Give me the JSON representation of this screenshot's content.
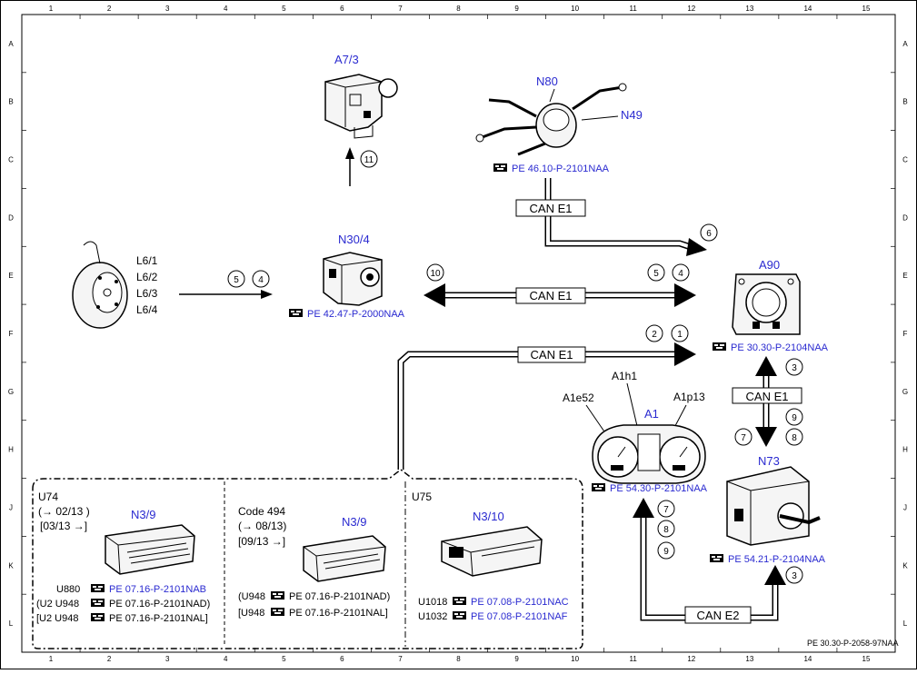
{
  "grid": {
    "columns": [
      "1",
      "2",
      "3",
      "4",
      "5",
      "6",
      "7",
      "8",
      "9",
      "10",
      "11",
      "12",
      "13",
      "14",
      "15"
    ],
    "rows": [
      "A",
      "B",
      "C",
      "D",
      "E",
      "F",
      "G",
      "H",
      "J",
      "K",
      "L"
    ]
  },
  "footer_code": "PE 30.30-P-2058-97NAA",
  "components": {
    "a7_3": {
      "label": "A7/3"
    },
    "n80": {
      "label": "N80",
      "sub": "N49",
      "ref": "PE 46.10-P-2101NAA"
    },
    "n30_4": {
      "label": "N30/4",
      "ref": "PE 42.47-P-2000NAA"
    },
    "a90": {
      "label": "A90",
      "ref": "PE 30.30-P-2104NAA"
    },
    "l6": {
      "lines": [
        "L6/1",
        "L6/2",
        "L6/3",
        "L6/4"
      ]
    },
    "a1": {
      "label": "A1",
      "sub1": "A1h1",
      "sub2": "A1e52",
      "sub3": "A1p13",
      "ref": "PE 54.30-P-2101NAA"
    },
    "n73": {
      "label": "N73",
      "ref": "PE 54.21-P-2104NAA"
    }
  },
  "can_labels": {
    "e1_top": "CAN E1",
    "e1_mid": "CAN E1",
    "e1_low": "CAN E1",
    "e1_right": "CAN E1",
    "e2": "CAN E2"
  },
  "circles": {
    "c11": "11",
    "c6": "6",
    "c10": "10",
    "c5a": "5",
    "c4a": "4",
    "c5b": "5",
    "c4b": "4",
    "c2": "2",
    "c1": "1",
    "c3a": "3",
    "c9a": "9",
    "c7a": "7",
    "c8a": "8",
    "c7b": "7",
    "c8b": "8",
    "c9b": "9",
    "c3b": "3"
  },
  "panels": {
    "u74": {
      "title": "U74",
      "l1": "(→ 02/13 )",
      "l2": "[03/13 →]",
      "module": "N3/9",
      "refs": [
        {
          "prefix": "U880",
          "ref": "PE 07.16-P-2101NAB"
        },
        {
          "prefix": "(U2  U948",
          "ref": "PE 07.16-P-2101NAD)"
        },
        {
          "prefix": "[U2  U948",
          "ref": "PE 07.16-P-2101NAL]"
        }
      ]
    },
    "code494": {
      "title": "Code 494",
      "l1": "(→ 08/13)",
      "l2": "[09/13  →]",
      "module": "N3/9",
      "refs": [
        {
          "prefix": "(U948",
          "ref": "PE 07.16-P-2101NAD)"
        },
        {
          "prefix": "[U948",
          "ref": "PE 07.16-P-2101NAL]"
        }
      ]
    },
    "u75": {
      "title": "U75",
      "module": "N3/10",
      "refs": [
        {
          "prefix": "U1018",
          "ref": "PE 07.08-P-2101NAC"
        },
        {
          "prefix": "U1032",
          "ref": "PE 07.08-P-2101NAF"
        }
      ]
    }
  }
}
